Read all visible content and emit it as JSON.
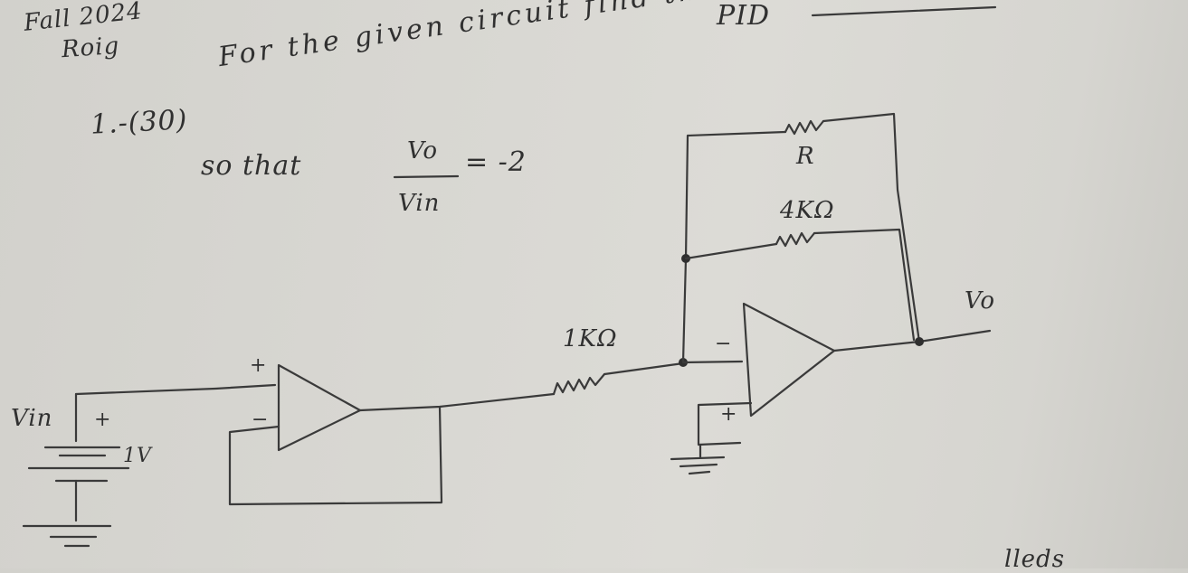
{
  "header": {
    "term": "Fall 2024",
    "name": "Roig",
    "pid_label": "PID"
  },
  "problem": {
    "number": "1.-(30)",
    "line1": "For the given circuit find the value of R",
    "line2_prefix": "so that",
    "ratio_numerator": "Vo",
    "ratio_denominator": "Vin",
    "ratio_value": "= -2"
  },
  "circuit": {
    "input_source_label": "Vin",
    "source_value": "1V",
    "source_plus": "+",
    "buffer_plus": "+",
    "buffer_minus": "−",
    "input_resistor": "1KΩ",
    "feedback_resistor_r": "R",
    "feedback_resistor_fixed": "4KΩ",
    "opamp_minus": "−",
    "opamp_plus": "+",
    "output_label": "Vo"
  },
  "footer": {
    "cut_text": "lleds"
  }
}
